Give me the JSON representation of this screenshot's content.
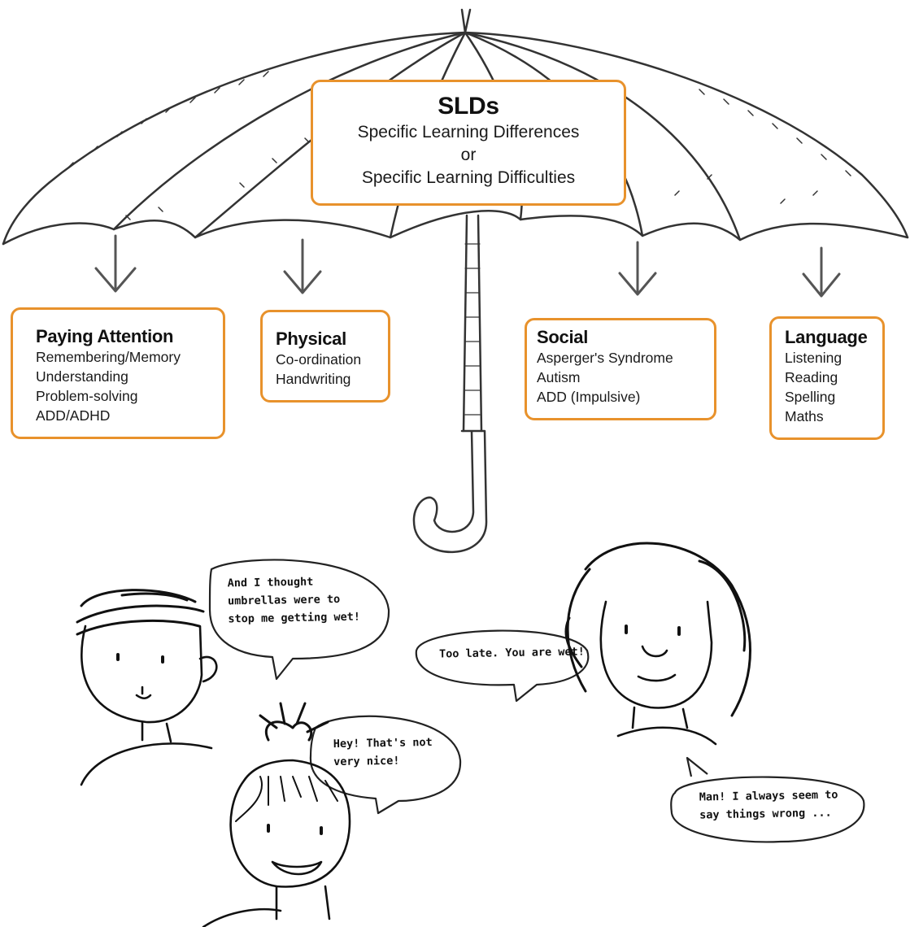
{
  "umbrella": {
    "title": "SLDs",
    "subtitle_1": "Specific Learning Differences",
    "connector": "or",
    "subtitle_2": "Specific Learning Difficulties"
  },
  "categories": [
    {
      "title": "Paying Attention",
      "items": [
        "Remembering/Memory",
        "Understanding",
        "Problem-solving",
        "ADD/ADHD"
      ]
    },
    {
      "title": "Physical",
      "items": [
        "Co-ordination",
        "Handwriting"
      ]
    },
    {
      "title": "Social",
      "items": [
        "Asperger's Syndrome",
        "Autism",
        "ADD (Impulsive)"
      ]
    },
    {
      "title": "Language",
      "items": [
        "Listening",
        "Reading",
        "Spelling",
        "Maths"
      ]
    }
  ],
  "speech": {
    "boy": [
      "And I thought",
      "umbrellas were to",
      "stop me getting wet!"
    ],
    "girl_curly": [
      "Too late. You are wet!"
    ],
    "girl_bun": [
      "Hey! That's not",
      "very nice!"
    ],
    "reply": [
      "Man! I always seem to",
      "say things wrong ..."
    ]
  },
  "colors": {
    "box_border": "#e8922c",
    "line": "#333333",
    "arrow": "#555555"
  }
}
